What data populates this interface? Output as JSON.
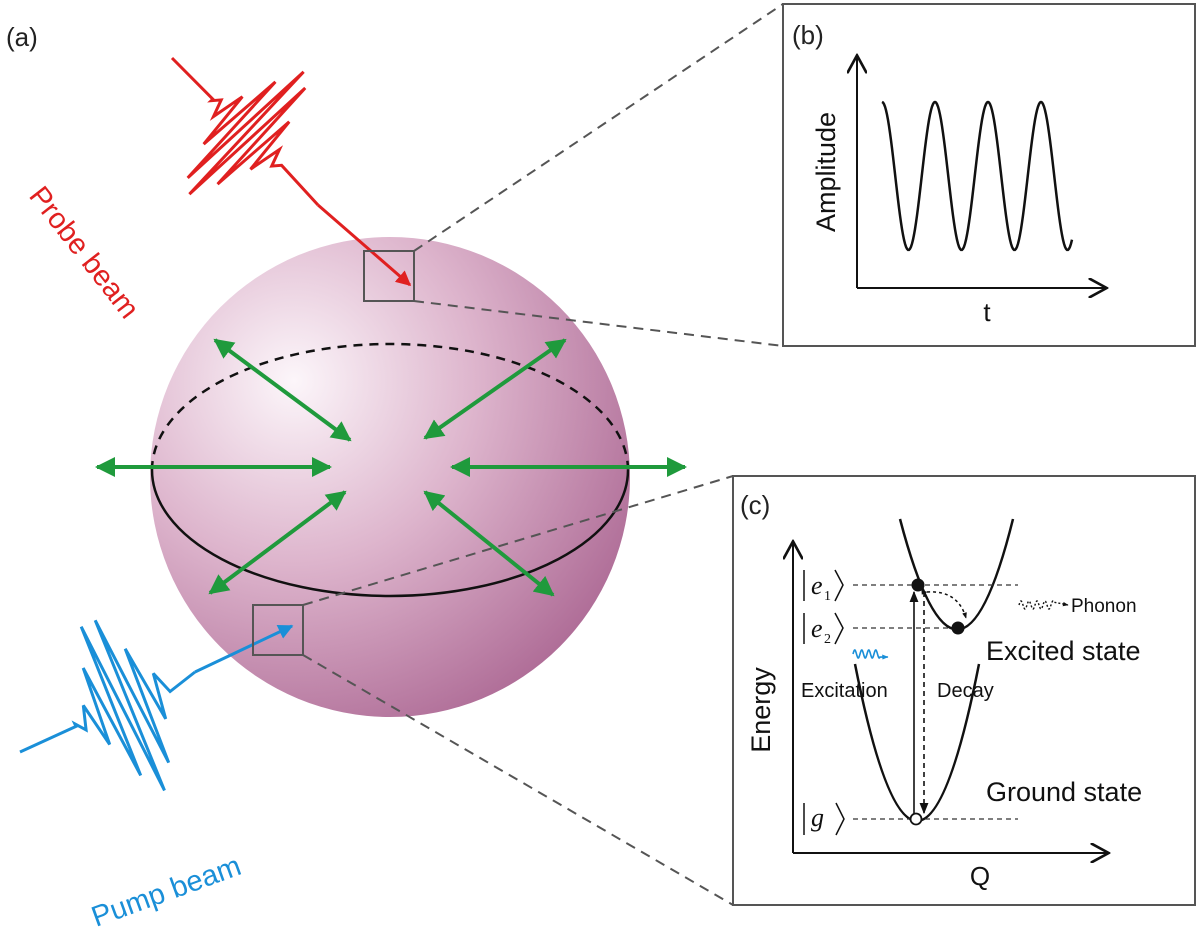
{
  "panel_a": {
    "label": "(a)",
    "probe_label": "Probe beam",
    "pump_label": "Pump beam"
  },
  "panel_b": {
    "label": "(b)",
    "ylabel": "Amplitude",
    "xlabel": "t"
  },
  "panel_c": {
    "label": "(c)",
    "ylabel": "Energy",
    "xlabel": "Q",
    "state_e1": "e",
    "state_e1_sub": "1",
    "state_e2": "e",
    "state_e2_sub": "2",
    "state_g": "g",
    "phonon": "Phonon",
    "excited_state": "Excited state",
    "ground_state": "Ground state",
    "excitation": "Excitation",
    "decay": "Decay"
  },
  "colors": {
    "probe": "#e02020",
    "pump": "#1a8fd8",
    "arrows": "#1f9a3c",
    "sphere_light": "#fbf4f8",
    "sphere_dark": "#a8628f"
  },
  "icons": {
    "photon": "wavy-arrow-icon",
    "phonon": "dotted-wavy-arrow-icon"
  }
}
